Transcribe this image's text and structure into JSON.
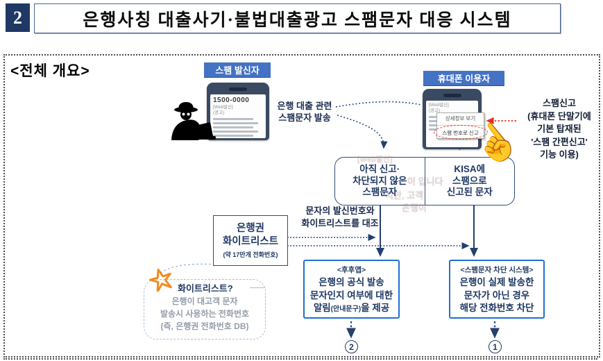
{
  "header": {
    "index_number": "2",
    "title": "은행사칭 대출사기·불법대출광고 스팸문자 대응 시스템"
  },
  "overview_label": "<전체 개요>",
  "spam_sender": {
    "label": "스팸 발신자",
    "phone_number": "1500-0000",
    "screen_lines": [
      "[Web발신]",
      "(광고)"
    ],
    "note_line1": "은행 대출 관련",
    "note_line2": "스팸문자 발송"
  },
  "phone_user": {
    "label": "휴대폰 이용자",
    "popup_row1": "상세정보 보기",
    "popup_row2": "스팸 번호로 신고",
    "report_lines": [
      "스팸신고",
      "(휴대폰 단말기에",
      "기본 탑재된",
      "'스팸 간편신고'",
      "기능 이용)"
    ]
  },
  "mid_boxes": {
    "left_lines": [
      "아직 신고·",
      "차단되지 않은",
      "스팸문자"
    ],
    "right_lines": [
      "KISA에",
      "스팸으로",
      "신고된 문자"
    ],
    "ghost_fragments": [
      "[Web발신]",
      "이 입니다",
      "지만, 고객",
      "은행이"
    ]
  },
  "compare_note_line1": "문자의 발신번호와",
  "compare_note_line2": "화이트리스트를 대조",
  "whitelist_box": {
    "line1": "은행권",
    "line2": "화이트리스트",
    "sub": "(약 17만개 전화번호)"
  },
  "result_left": {
    "header": "<후후앱>",
    "line1": "은행의 공식 발송",
    "line2": "문자인지 여부에 대한",
    "line3_pre": "알림",
    "line3_small": "(안내문구)",
    "line3_post": "을 제공",
    "step": "2"
  },
  "result_right": {
    "header": "<스팸문자 차단 시스템>",
    "line1": "은행이 실제 발송한",
    "line2": "문자가 아닌 경우",
    "line3": "해당 전화번호 차단",
    "step": "1"
  },
  "bubble": {
    "title": "화이트리스트?",
    "lines": [
      "은행이 대고객 문자",
      "발송시 사용하는 전화번호",
      "(즉, 은행권 전화번호 DB)"
    ]
  },
  "icons": {
    "hand_pointer": "☝"
  },
  "colors": {
    "label_blue": "#4472c4",
    "navy": "#1f3864",
    "line_navy": "#24406e",
    "bright_blue": "#1e6fd8",
    "red": "#e0301e",
    "orange": "#f08c1e"
  }
}
